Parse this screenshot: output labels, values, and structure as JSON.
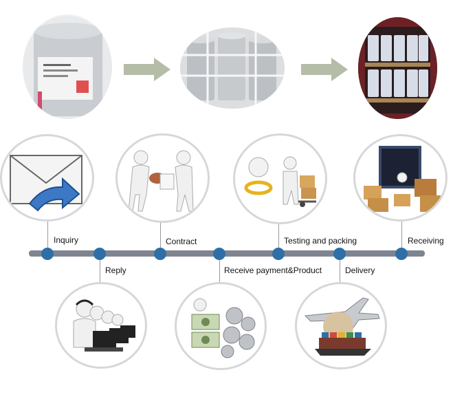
{
  "timeline": {
    "steps_top": [
      {
        "id": "inquiry",
        "label": "Inquiry"
      },
      {
        "id": "contract",
        "label": "Contract"
      },
      {
        "id": "testing",
        "label": "Testing and packing"
      },
      {
        "id": "receiving",
        "label": "Receiving"
      }
    ],
    "steps_bottom": [
      {
        "id": "reply",
        "label": "Reply"
      },
      {
        "id": "payment",
        "label": "Receive payment&Product"
      },
      {
        "id": "delivery",
        "label": "Delivery"
      }
    ]
  },
  "colors": {
    "timeline_bar": "#7f8590",
    "node": "#2f6fa7",
    "arrow": "#b5bca7",
    "circle_border": "#d6d7d9"
  }
}
